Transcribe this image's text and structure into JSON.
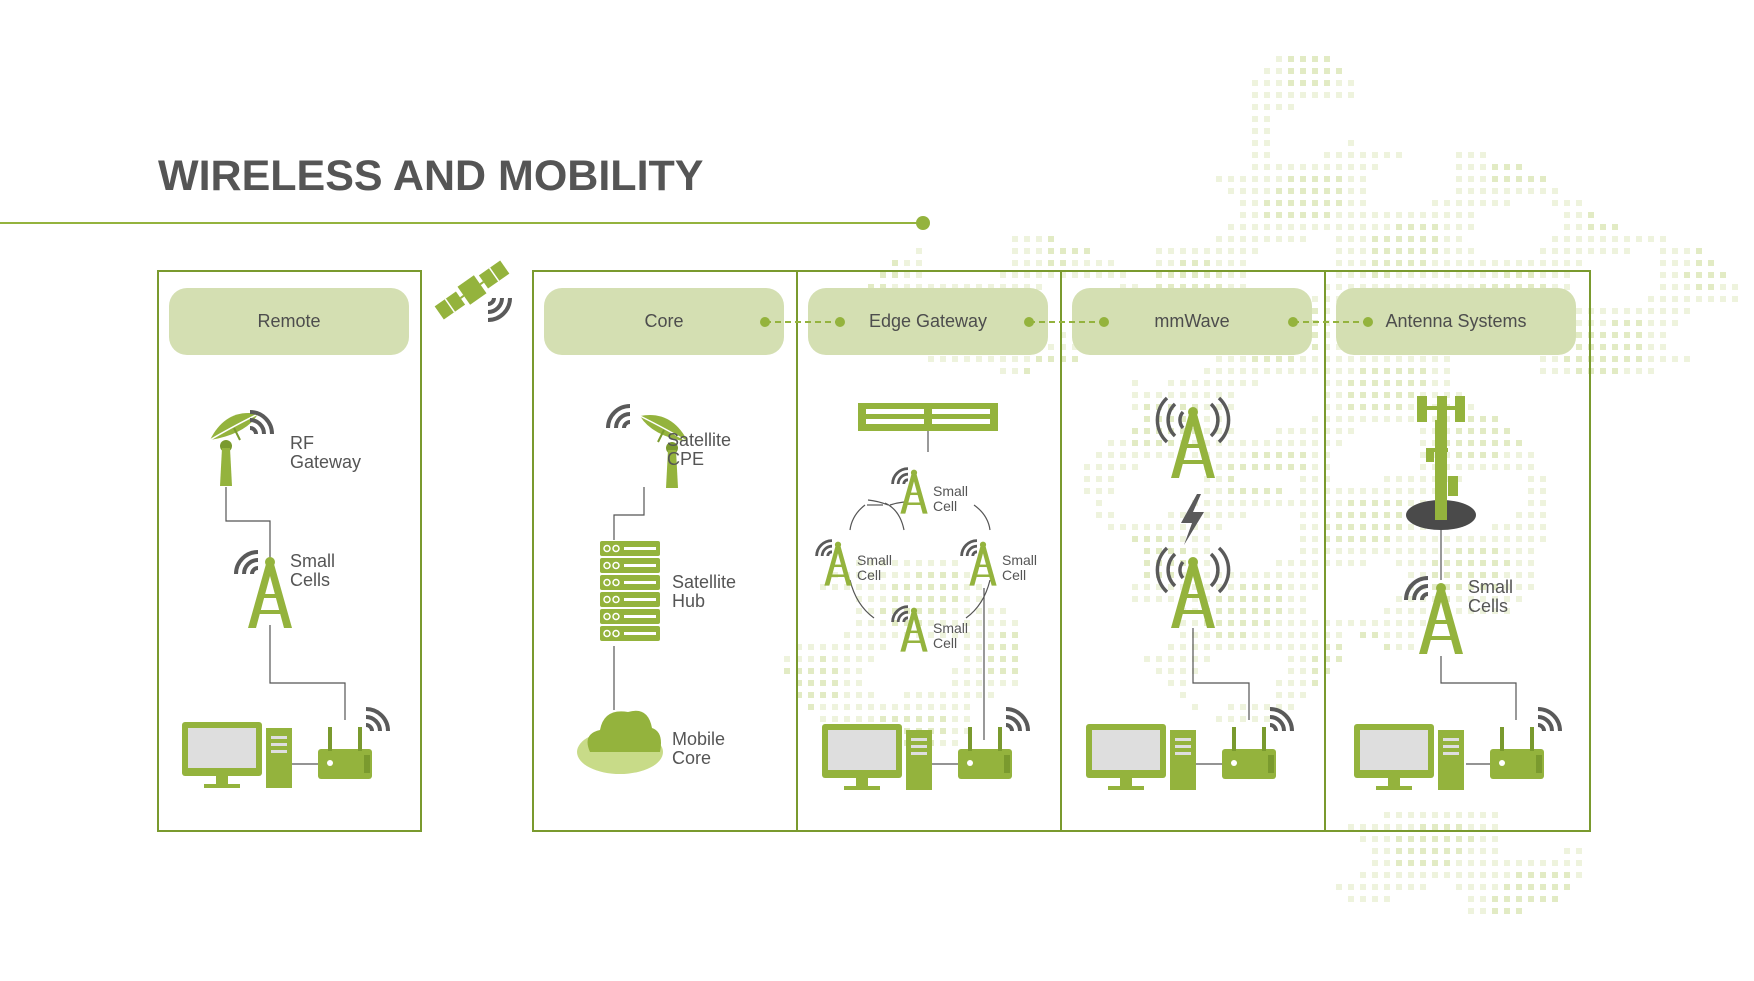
{
  "title": "WIRELESS AND MOBILITY",
  "colors": {
    "accent": "#94b33d",
    "pill": "#d4dfb2",
    "border": "#7a9a2e",
    "text": "#555555",
    "dark": "#5a5a5a"
  },
  "panels": {
    "remote": {
      "header": "Remote",
      "rf_gateway": "RF\nGateway",
      "small_cells": "Small\nCells"
    },
    "core": {
      "header": "Core",
      "satellite_cpe": "Satellite\nCPE",
      "satellite_hub": "Satellite\nHub",
      "mobile_core": "Mobile\nCore"
    },
    "edge": {
      "header": "Edge Gateway",
      "small_cell": "Small\nCell"
    },
    "mmwave": {
      "header": "mmWave"
    },
    "antenna": {
      "header": "Antenna Systems",
      "small_cells": "Small\nCells"
    }
  }
}
